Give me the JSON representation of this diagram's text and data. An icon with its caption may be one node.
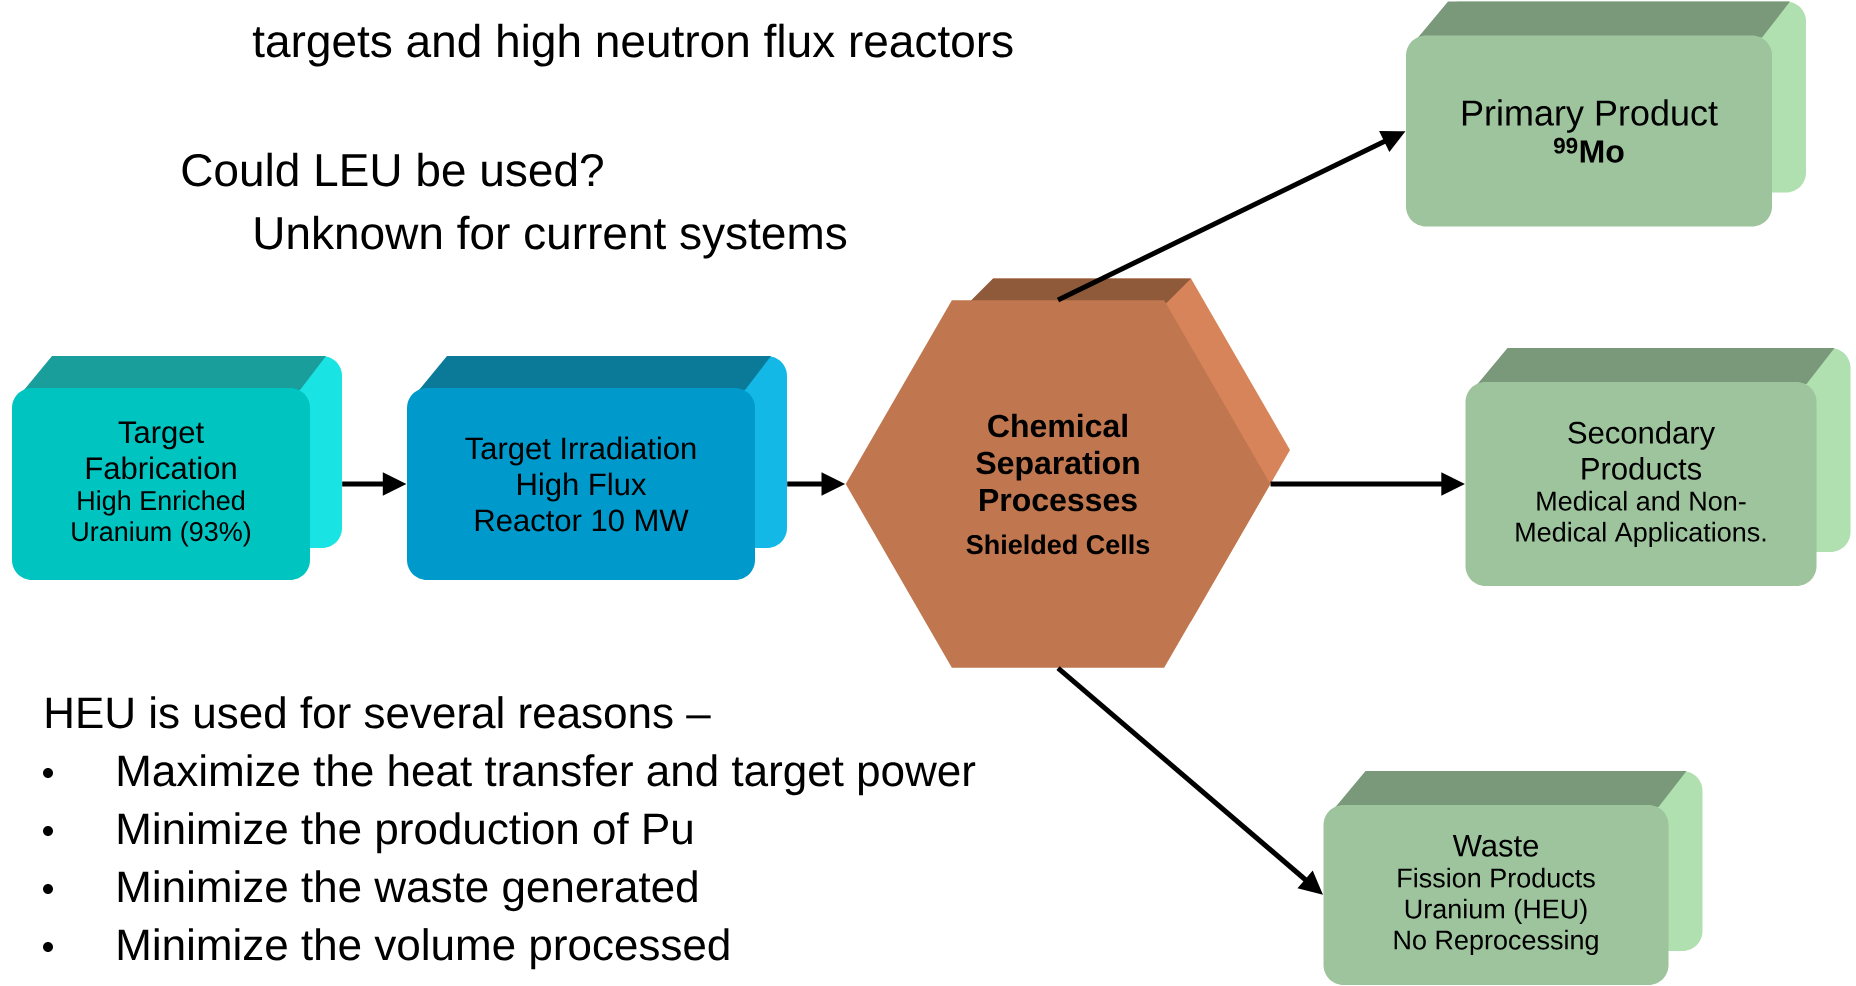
{
  "diagram": {
    "nodes": [
      {
        "text": [
          "Target Fabrication",
          "High Enriched Uranium (93%)"
        ]
      },
      {
        "text": [
          "Target Irradiation High Flux Reactor 10 MW"
        ]
      },
      {
        "text": [
          "Chemical Separation Processes",
          "Shielded Cells"
        ]
      },
      {
        "text": [
          "Primary Product",
          "$^{99}$Mo"
        ]
      },
      {
        "text": [
          "Secondary Products",
          "Medical and Non-Medical Applications."
        ]
      },
      {
        "text": [
          "Waste",
          "Fission Products",
          "Uranium (HEU)",
          "No Reprocessing"
        ]
      }
    ],
    "edges": [
      {
        "from": 0,
        "to": 1,
        "arrow": "to"
      },
      {
        "from": 1,
        "to": 2,
        "arrow": "to"
      },
      {
        "from": 2,
        "to": 3,
        "arrow": "to"
      },
      {
        "from": 2,
        "to": 4,
        "arrow": "to"
      },
      {
        "from": 2,
        "to": 5,
        "arrow": "to"
      }
    ],
    "labels": [
      "targets and high neutron flux reactors",
      "Could LEU be used?",
      "Unknown for current systems",
      "HEU is used for several reasons –",
      "Maximize the heat transfer and target power",
      "Minimize the production of Pu",
      "Minimize the waste generated",
      "Minimize the volume processed"
    ]
  }
}
